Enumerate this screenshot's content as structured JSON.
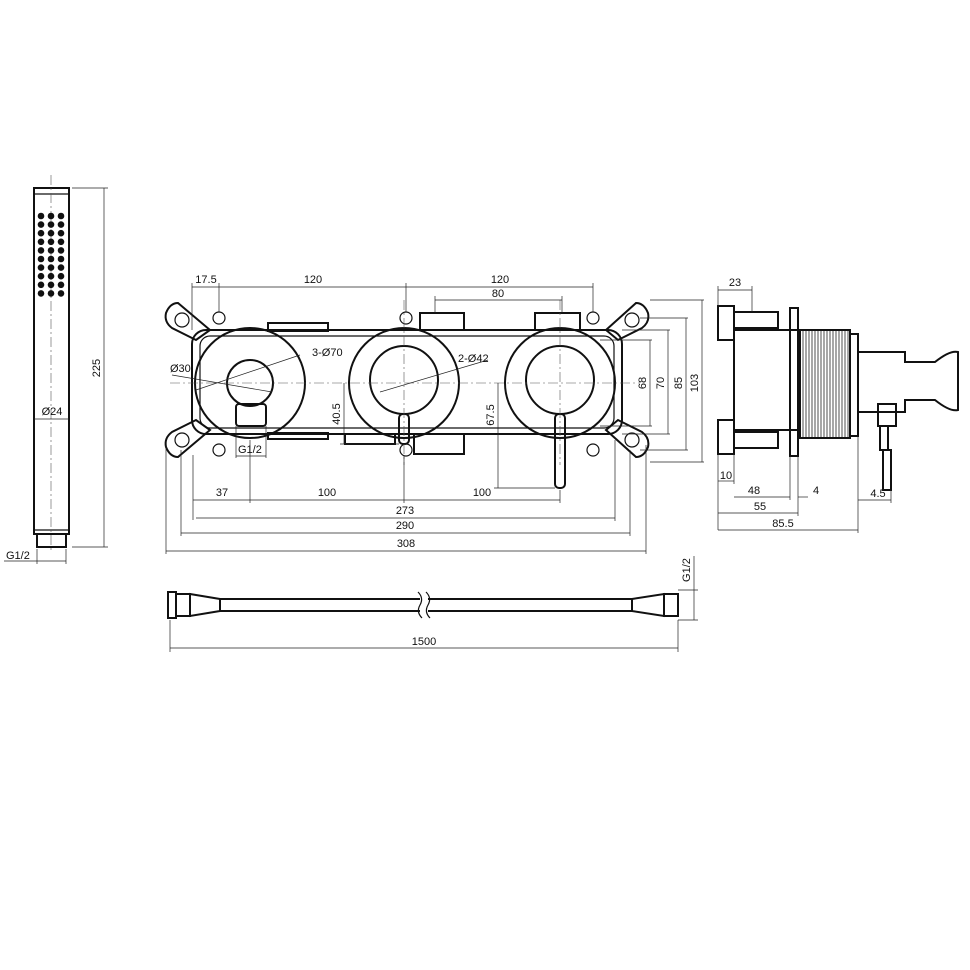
{
  "colors": {
    "line": "#111111",
    "background": "#ffffff"
  },
  "hand_shower": {
    "height_label": "225",
    "diameter_label": "Ø24",
    "thread_label": "G1/2"
  },
  "valve_front": {
    "edge_offset_label": "17.5",
    "spacing_left_label": "120",
    "spacing_right_label": "120",
    "inner_span_label": "80",
    "cover_diameter_label": "3-Ø70",
    "handle_diameter_label": "2-Ø42",
    "outlet_diameter_label": "Ø30",
    "outlet_thread_label": "G1/2",
    "handle_drop_left_label": "40.5",
    "handle_drop_right_label": "67.5",
    "height_inner_label": "68",
    "height_mid_label": "70",
    "height_outer_label": "85",
    "height_total_label": "103",
    "bottom_offset_label": "37",
    "bottom_spacing_left_label": "100",
    "bottom_spacing_right_label": "100",
    "width_273_label": "273",
    "width_290_label": "290",
    "width_308_label": "308"
  },
  "valve_side": {
    "top_depth_label": "23",
    "flange_label": "10",
    "body_depth_label": "48",
    "plate_label": "4",
    "handle_offset_label": "4.5",
    "depth_55_label": "55",
    "depth_855_label": "85.5"
  },
  "hose": {
    "length_label": "1500",
    "thread_label": "G1/2"
  }
}
